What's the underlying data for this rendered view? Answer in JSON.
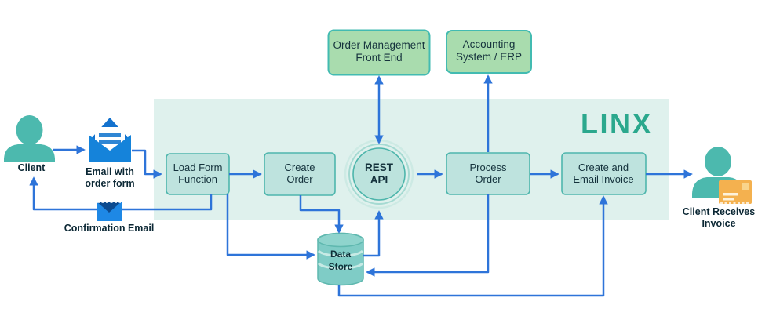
{
  "diagram": {
    "logo": "LINX",
    "external_systems": [
      {
        "line1": "Order Management",
        "line2": "Front End"
      },
      {
        "line1": "Accounting",
        "line2": "System / ERP"
      }
    ],
    "process_steps": [
      {
        "line1": "Load Form",
        "line2": "Function"
      },
      {
        "line1": "Create",
        "line2": "Order"
      },
      {
        "line1": "REST",
        "line2": "API"
      },
      {
        "line1": "Process",
        "line2": "Order"
      },
      {
        "line1": "Create and",
        "line2": "Email Invoice"
      }
    ],
    "data_store": {
      "line1": "Data",
      "line2": "Store"
    },
    "actors": {
      "client": {
        "label": "Client"
      },
      "email_with_order_form": {
        "line1": "Email with",
        "line2": "order form"
      },
      "confirmation_email": {
        "label": "Confirmation Email"
      },
      "client_receives_invoice": {
        "line1": "Client Receives",
        "line2": "Invoice"
      }
    },
    "colors": {
      "brand_teal": "#2BA88D",
      "arrow_blue": "#2E74D9",
      "panel_fill": "#DFF1ED",
      "process_box_fill": "#BEE3DE",
      "process_box_border": "#4FB6AD",
      "external_box_fill": "#A9DCAE",
      "external_box_border": "#43BBB1",
      "datastore_fill": "#7FCCC6",
      "person_teal": "#4CB9AE",
      "envelope_blue": "#1583DA",
      "envelope_flap_dark": "#0C4A8F",
      "invoice_orange": "#F4B14F"
    }
  }
}
